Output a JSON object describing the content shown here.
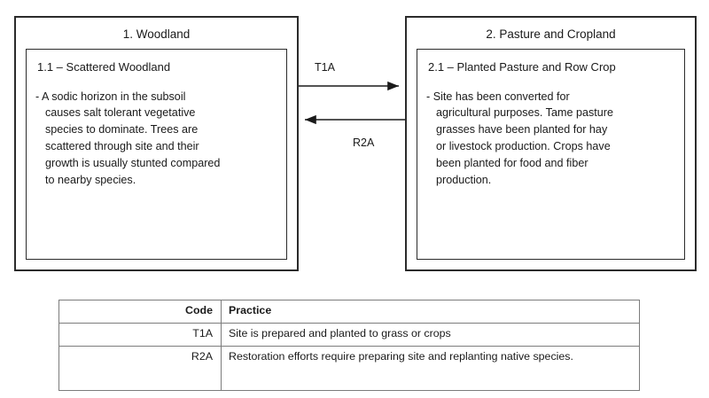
{
  "diagram": {
    "states": [
      {
        "title": "1. Woodland",
        "phase_title": "1.1 – Scattered Woodland",
        "phase_desc": "- A sodic horizon in the subsoil\ncauses salt tolerant vegetative\nspecies to dominate.  Trees are\nscattered through site and their\ngrowth  is usually stunted compared\nto nearby species."
      },
      {
        "title": "2. Pasture and Cropland",
        "phase_title": "2.1 – Planted Pasture and Row Crop",
        "phase_desc": "- Site has been converted for\nagricultural purposes. Tame pasture\ngrasses have been planted for hay\nor livestock production. Crops have\nbeen planted for food and fiber\nproduction."
      }
    ],
    "transitions": [
      {
        "code": "T1A",
        "direction": "right"
      },
      {
        "code": "R2A",
        "direction": "left"
      }
    ]
  },
  "table": {
    "headers": {
      "code": "Code",
      "practice": "Practice"
    },
    "rows": [
      {
        "code": "T1A",
        "practice": "Site is prepared and planted to grass or crops"
      },
      {
        "code": "R2A",
        "practice": "Restoration efforts require preparing site and replanting native species."
      }
    ]
  },
  "colors": {
    "border": "#2b2b2b",
    "table_border": "#7c7c7c",
    "text": "#1a1a1a",
    "background": "#ffffff"
  }
}
